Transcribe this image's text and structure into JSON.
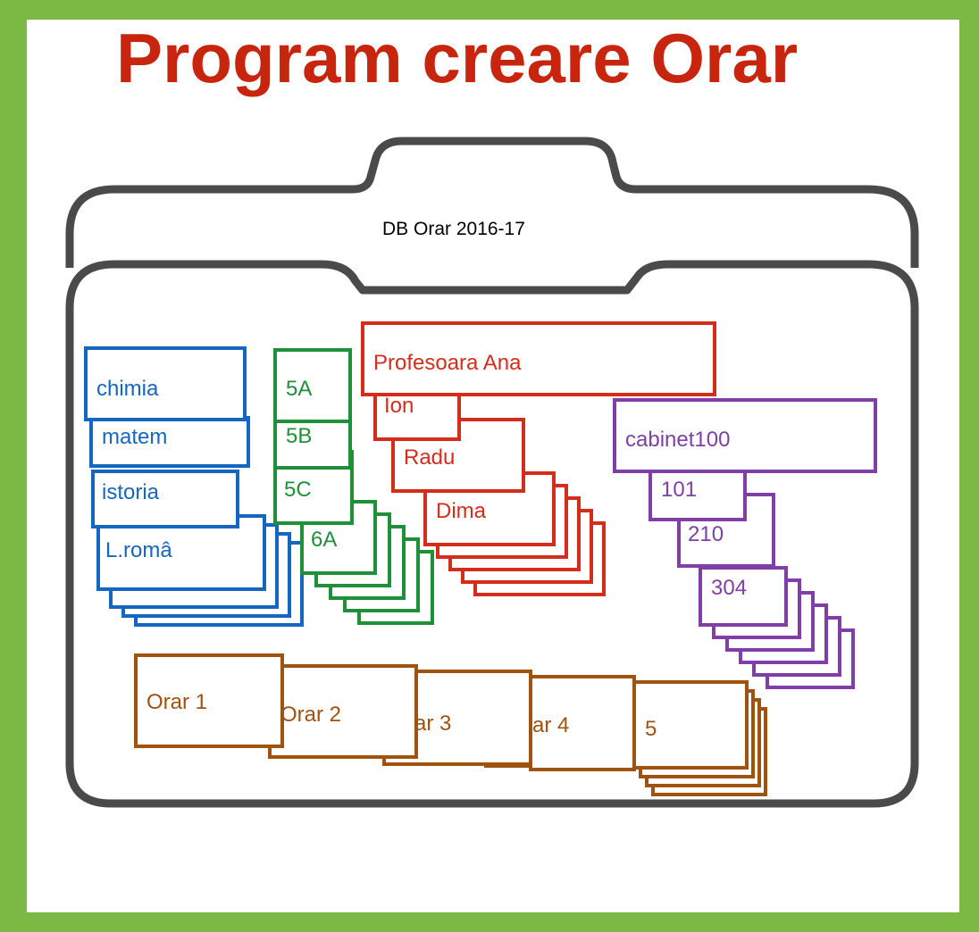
{
  "title": "Program creare Orar",
  "folder_label": "DB Orar 2016-17",
  "colors": {
    "frame": "#7cb844",
    "title": "#c8250f",
    "subjects": "#1566c0",
    "classes": "#1f8f3a",
    "teachers": "#d42d1c",
    "rooms": "#7f3fa6",
    "schedules": "#a0520f"
  },
  "groups": {
    "subjects": [
      "chimia",
      "matem",
      "istoria",
      "L.româ"
    ],
    "classes": [
      "5A",
      "5B",
      "5C",
      "6A"
    ],
    "teachers": [
      "Profesoara Ana",
      "Ion",
      "Radu",
      "Dima"
    ],
    "rooms": [
      "cabinet100",
      "101",
      "210",
      "304"
    ],
    "schedules": [
      "Orar 1",
      "Orar 2",
      "rar 3",
      "ar 4",
      "5"
    ]
  }
}
